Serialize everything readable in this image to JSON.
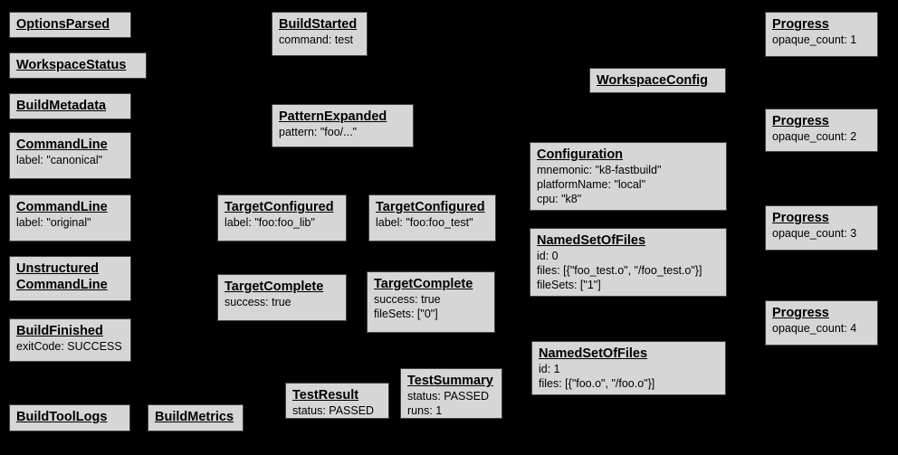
{
  "diagram": {
    "background_color": "#000000",
    "box_fill_color": "#d6d6d6",
    "box_border_color": "#424242",
    "boxes": [
      {
        "title": "OptionsParsed",
        "lines": []
      },
      {
        "title": "WorkspaceStatus",
        "lines": []
      },
      {
        "title": "BuildMetadata",
        "lines": []
      },
      {
        "title": "CommandLine",
        "lines": [
          "label: \"canonical\""
        ]
      },
      {
        "title": "CommandLine",
        "lines": [
          "label: \"original\""
        ]
      },
      {
        "title": "Unstructured",
        "title2": "CommandLine",
        "lines": []
      },
      {
        "title": "BuildFinished",
        "lines": [
          "exitCode: SUCCESS"
        ]
      },
      {
        "title": "BuildToolLogs",
        "lines": []
      },
      {
        "title": "BuildMetrics",
        "lines": []
      },
      {
        "title": "BuildStarted",
        "lines": [
          "command: test"
        ]
      },
      {
        "title": "PatternExpanded",
        "lines": [
          "pattern: \"foo/...\""
        ]
      },
      {
        "title": "TargetConfigured",
        "lines": [
          "label: \"foo:foo_lib\""
        ]
      },
      {
        "title": "TargetConfigured",
        "lines": [
          "label: \"foo:foo_test\""
        ]
      },
      {
        "title": "TargetComplete",
        "lines": [
          "success: true"
        ]
      },
      {
        "title": "TargetComplete",
        "lines": [
          "success: true",
          "fileSets: [\"0\"]"
        ]
      },
      {
        "title": "TestResult",
        "lines": [
          "status: PASSED"
        ]
      },
      {
        "title": "TestSummary",
        "lines": [
          "status: PASSED",
          "runs: 1"
        ]
      },
      {
        "title": "WorkspaceConfig",
        "lines": []
      },
      {
        "title": "Configuration",
        "lines": [
          "mnemonic: \"k8-fastbuild\"",
          "platformName: \"local\"",
          "cpu: \"k8\""
        ]
      },
      {
        "title": "NamedSetOfFiles",
        "lines": [
          "id: 0",
          "files: [{\"foo_test.o\", \"/foo_test.o\"}]",
          "fileSets: [\"1\"]"
        ]
      },
      {
        "title": "NamedSetOfFiles",
        "lines": [
          "id: 1",
          "files: [{\"foo.o\", \"/foo.o\"}]"
        ]
      },
      {
        "title": "Progress",
        "lines": [
          "opaque_count: 1"
        ]
      },
      {
        "title": "Progress",
        "lines": [
          "opaque_count: 2"
        ]
      },
      {
        "title": "Progress",
        "lines": [
          "opaque_count: 3"
        ]
      },
      {
        "title": "Progress",
        "lines": [
          "opaque_count: 4"
        ]
      }
    ]
  }
}
